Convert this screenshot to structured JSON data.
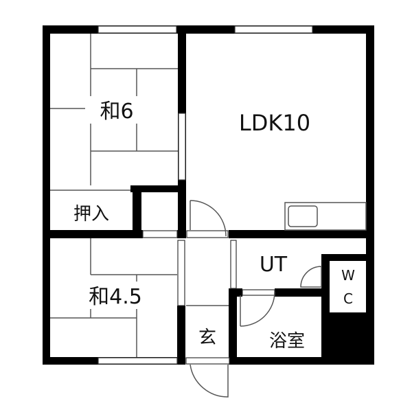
{
  "floor_plan": {
    "rooms": {
      "washitsu_6": "和6",
      "ldk": "LDK10",
      "oshiire": "押入",
      "washitsu_45": "和4.5",
      "utility": "UT",
      "wc_line1": "W",
      "wc_line2": "C",
      "genkan": "玄",
      "bathroom": "浴室"
    },
    "colors": {
      "wall": "#000000",
      "background": "#ffffff"
    }
  }
}
